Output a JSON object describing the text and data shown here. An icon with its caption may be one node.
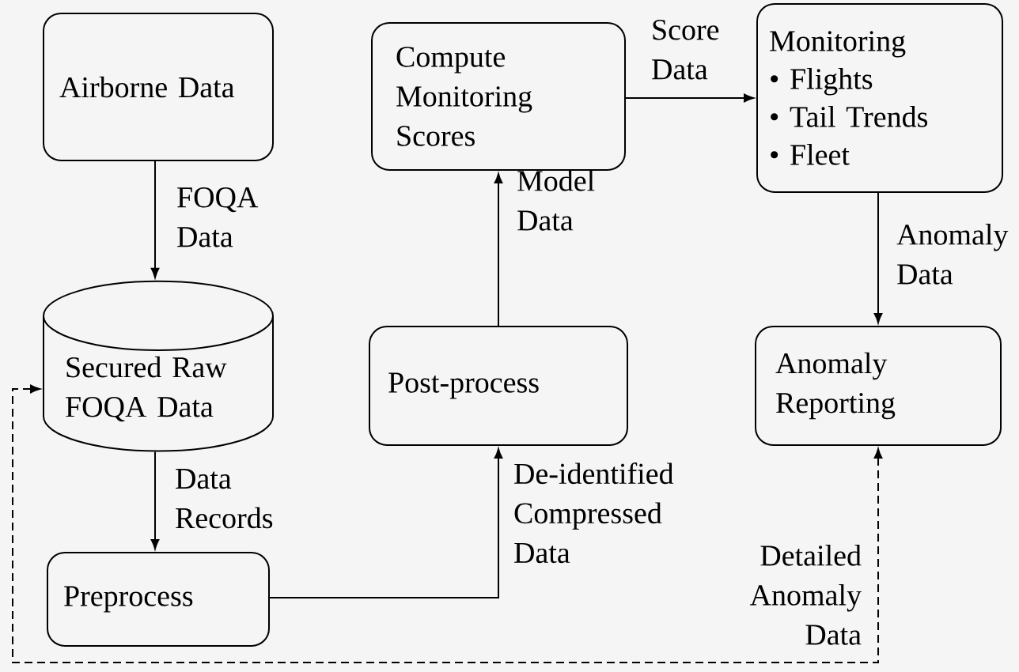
{
  "diagram": {
    "nodes": [
      {
        "text": [
          "Airborne Data"
        ]
      },
      {
        "text": [
          "Secured Raw FOQA Data"
        ]
      },
      {
        "text": [
          "Preprocess"
        ]
      },
      {
        "text": [
          "Post-process"
        ]
      },
      {
        "text": [
          "Compute Monitoring Scores"
        ]
      },
      {
        "text": [
          "Monitoring",
          "• Flights",
          "• Tail Trends",
          "• Fleet"
        ]
      },
      {
        "text": [
          "Anomaly Reporting"
        ]
      }
    ],
    "edges": [
      {
        "from": 0,
        "to": 1,
        "arrow": "to",
        "label": "FOQA Data"
      },
      {
        "from": 1,
        "to": 2,
        "arrow": "to",
        "label": "Data Records"
      },
      {
        "from": 2,
        "to": 3,
        "arrow": "to",
        "label": "De-identified Compressed Data"
      },
      {
        "from": 3,
        "to": 4,
        "arrow": "to",
        "label": "Model Data"
      },
      {
        "from": 4,
        "to": 5,
        "arrow": "to",
        "label": "Score Data"
      },
      {
        "from": 5,
        "to": 6,
        "arrow": "to",
        "label": "Anomaly Data"
      },
      {
        "from": 1,
        "to": 6,
        "arrow": "both",
        "style": "dashed",
        "label": "Detailed Anomaly Data"
      }
    ]
  }
}
